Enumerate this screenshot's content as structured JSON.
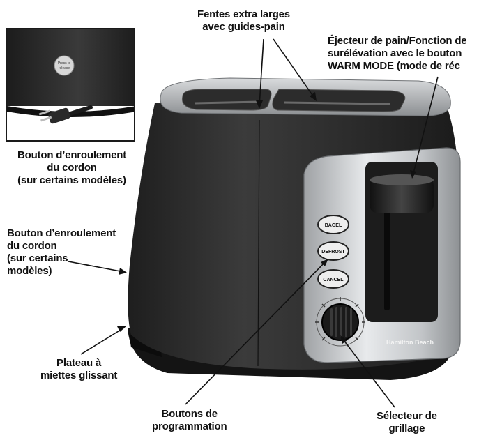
{
  "labels": {
    "slots": [
      "Fentes extra larges",
      "avec guides-pain"
    ],
    "ejector": [
      "Éjecteur de pain/Fonction de",
      "surélévation avec le bouton",
      "WARM MODE (mode de réc"
    ],
    "cord_wrap_inset": [
      "Bouton d’enroulement",
      "du cordon",
      "(sur certains modèles)"
    ],
    "cord_wrap_side": [
      "Bouton d’enroulement",
      "du cordon",
      "(sur certains",
      "modèles)"
    ],
    "crumb_tray": [
      "Plateau à",
      "miettes glissant"
    ],
    "program_buttons": [
      "Boutons de",
      "programmation"
    ],
    "shade_selector": [
      "Sélecteur de",
      "grillage"
    ]
  },
  "buttons": {
    "bagel": "BAGEL",
    "defrost": "DEFROST",
    "cancel": "CANCEL"
  },
  "brand": "Hamilton Beach",
  "inset_button_text": [
    "Press to",
    "release"
  ],
  "colors": {
    "body": "#2a2a2a",
    "steel": "#c9cbcd",
    "background": "#ffffff",
    "text": "#111111"
  }
}
